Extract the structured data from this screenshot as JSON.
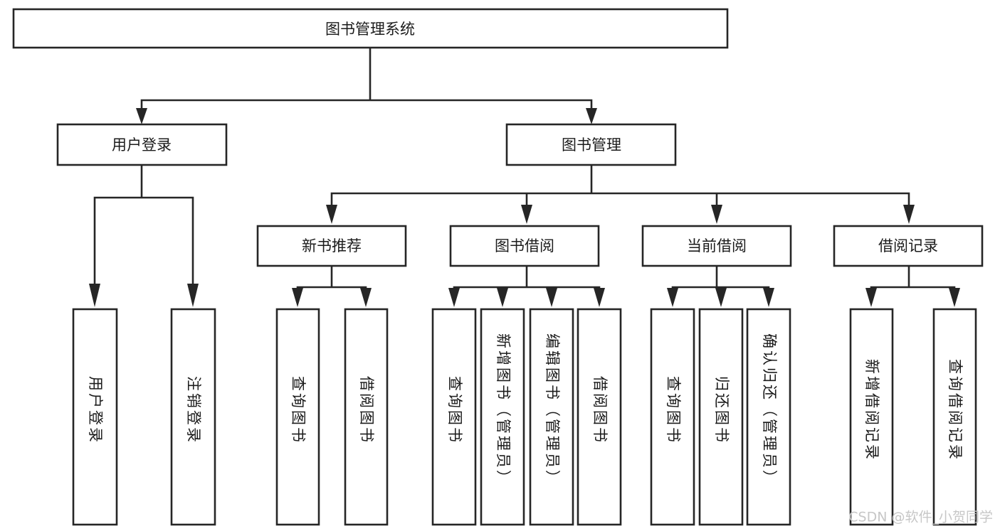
{
  "diagram": {
    "title": "图书管理系统",
    "type": "tree-hierarchy",
    "root": {
      "id": "root",
      "label": "图书管理系统"
    },
    "level2": [
      {
        "id": "user-login",
        "label": "用户登录"
      },
      {
        "id": "book-management",
        "label": "图书管理"
      }
    ],
    "level3": [
      {
        "id": "new-book-recommend",
        "label": "新书推荐",
        "parent": "book-management"
      },
      {
        "id": "book-borrow",
        "label": "图书借阅",
        "parent": "book-management"
      },
      {
        "id": "current-borrow",
        "label": "当前借阅",
        "parent": "book-management"
      },
      {
        "id": "borrow-record",
        "label": "借阅记录",
        "parent": "book-management"
      }
    ],
    "leaves": [
      {
        "id": "leaf-user-login",
        "label": "用户登录",
        "parent": "user-login"
      },
      {
        "id": "leaf-user-logout",
        "label": "注销登录",
        "parent": "user-login"
      },
      {
        "id": "leaf-query-book-1",
        "label": "查询图书",
        "parent": "new-book-recommend"
      },
      {
        "id": "leaf-borrow-book-1",
        "label": "借阅图书",
        "parent": "new-book-recommend"
      },
      {
        "id": "leaf-query-book-2",
        "label": "查询图书",
        "parent": "book-borrow"
      },
      {
        "id": "leaf-add-book",
        "label": "新增图书（管理员）",
        "parent": "book-borrow"
      },
      {
        "id": "leaf-edit-book",
        "label": "编辑图书（管理员）",
        "parent": "book-borrow"
      },
      {
        "id": "leaf-borrow-book-2",
        "label": "借阅图书",
        "parent": "book-borrow"
      },
      {
        "id": "leaf-query-book-3",
        "label": "查询图书",
        "parent": "current-borrow"
      },
      {
        "id": "leaf-return-book",
        "label": "归还图书",
        "parent": "current-borrow"
      },
      {
        "id": "leaf-confirm-return",
        "label": "确认归还（管理员）",
        "parent": "current-borrow"
      },
      {
        "id": "leaf-add-record",
        "label": "新增借阅记录",
        "parent": "borrow-record"
      },
      {
        "id": "leaf-query-record",
        "label": "查询借阅记录",
        "parent": "borrow-record"
      }
    ],
    "colors": {
      "stroke": "#262626",
      "fill": "#ffffff",
      "text": "#1b1b1b",
      "watermark": "#c7c7c7",
      "background": "#ffffff"
    }
  },
  "watermark": {
    "text": "CSDN @软件_小贺同学"
  }
}
